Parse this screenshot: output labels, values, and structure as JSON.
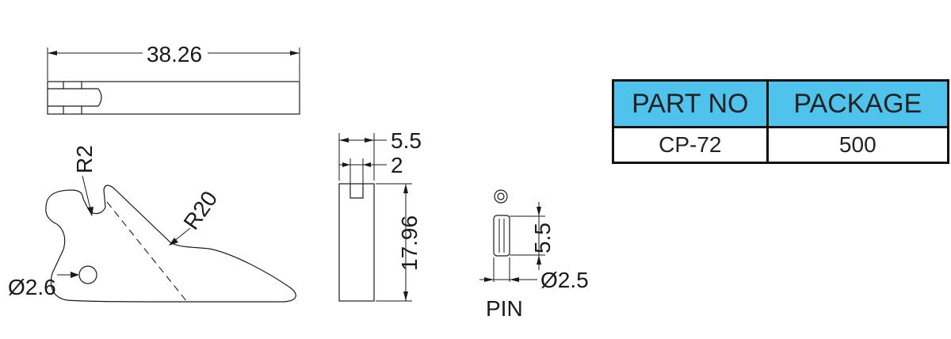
{
  "dimensions": {
    "total_length": "38.26",
    "bend_radius": "R2",
    "curve_radius": "R20",
    "hole_diameter": "Ø2.6",
    "side_width": "5.5",
    "slot_width": "2",
    "side_height": "17.96",
    "pin_length": "5.5",
    "pin_diameter": "Ø2.5"
  },
  "pin_label": "PIN",
  "table": {
    "headers": [
      "PART NO",
      "PACKAGE"
    ],
    "rows": [
      [
        "CP-72",
        "500"
      ]
    ],
    "header_color": "#4fc3ec"
  }
}
